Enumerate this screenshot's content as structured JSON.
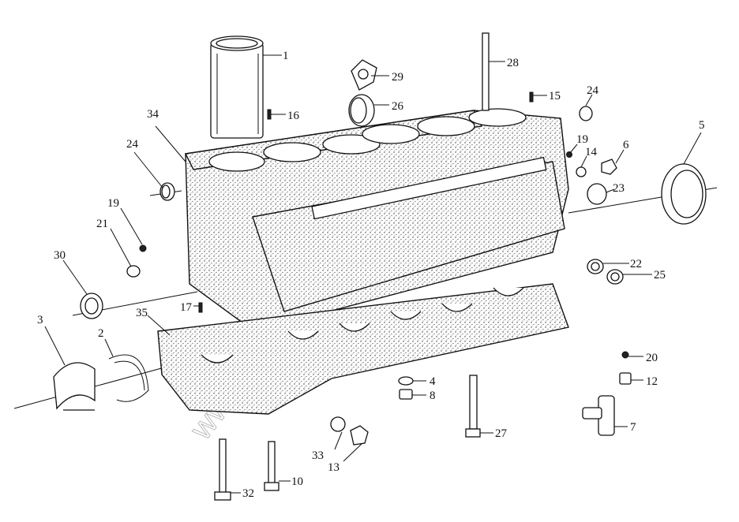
{
  "callouts": [
    {
      "num": "1"
    },
    {
      "num": "2"
    },
    {
      "num": "3"
    },
    {
      "num": "4"
    },
    {
      "num": "5"
    },
    {
      "num": "6"
    },
    {
      "num": "7"
    },
    {
      "num": "8"
    },
    {
      "num": "10"
    },
    {
      "num": "12"
    },
    {
      "num": "13"
    },
    {
      "num": "14"
    },
    {
      "num": "15"
    },
    {
      "num": "16"
    },
    {
      "num": "17"
    },
    {
      "num": "19"
    },
    {
      "num": "19"
    },
    {
      "num": "20"
    },
    {
      "num": "21"
    },
    {
      "num": "22"
    },
    {
      "num": "23"
    },
    {
      "num": "24"
    },
    {
      "num": "24"
    },
    {
      "num": "25"
    },
    {
      "num": "26"
    },
    {
      "num": "27"
    },
    {
      "num": "28"
    },
    {
      "num": "29"
    },
    {
      "num": "30"
    },
    {
      "num": "32"
    },
    {
      "num": "33"
    },
    {
      "num": "34"
    },
    {
      "num": "35"
    }
  ],
  "watermark": "www.autoparts"
}
